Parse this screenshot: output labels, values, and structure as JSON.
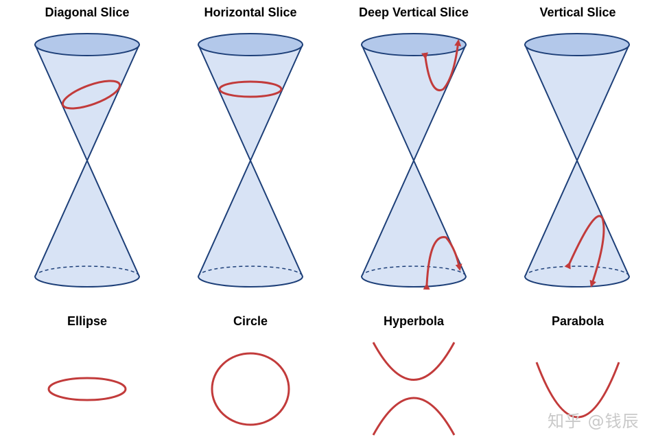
{
  "panels": [
    {
      "title": "Diagonal Slice",
      "shape": "Ellipse"
    },
    {
      "title": "Horizontal Slice",
      "shape": "Circle"
    },
    {
      "title": "Deep Vertical Slice",
      "shape": "Hyperbola"
    },
    {
      "title": "Vertical Slice",
      "shape": "Parabola"
    }
  ],
  "watermark": "知乎 @钱辰",
  "colors": {
    "cone_fill": "#d8e3f5",
    "cone_top_fill": "#b3c8ea",
    "cone_stroke": "#1d3f78",
    "curve": "#c23b3b"
  }
}
